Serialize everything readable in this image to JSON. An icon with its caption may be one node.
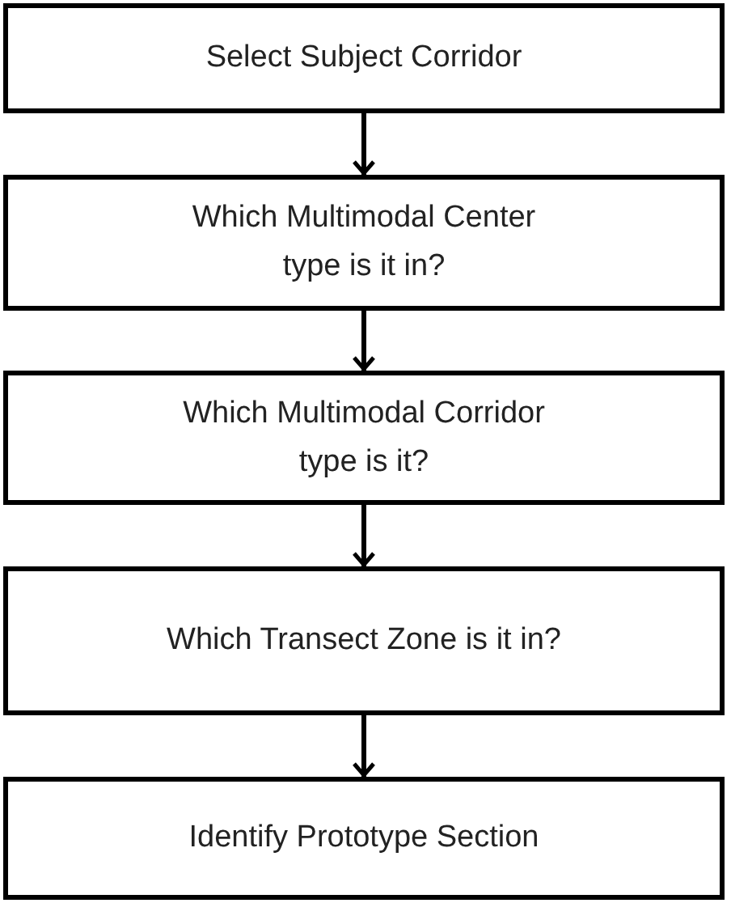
{
  "diagram": {
    "nodes": [
      {
        "text": [
          "Select Subject Corridor"
        ]
      },
      {
        "text": [
          "Which Multimodal Center type is it in?"
        ]
      },
      {
        "text": [
          "Which Multimodal Corridor type is it?"
        ]
      },
      {
        "text": [
          "Which Transect Zone is it in?"
        ]
      },
      {
        "text": [
          "Identify Prototype Section"
        ]
      }
    ],
    "edges": [
      {
        "from": 0,
        "to": 1,
        "arrow": "to"
      },
      {
        "from": 1,
        "to": 2,
        "arrow": "to"
      },
      {
        "from": 2,
        "to": 3,
        "arrow": "to"
      },
      {
        "from": 3,
        "to": 4,
        "arrow": "to"
      }
    ]
  }
}
